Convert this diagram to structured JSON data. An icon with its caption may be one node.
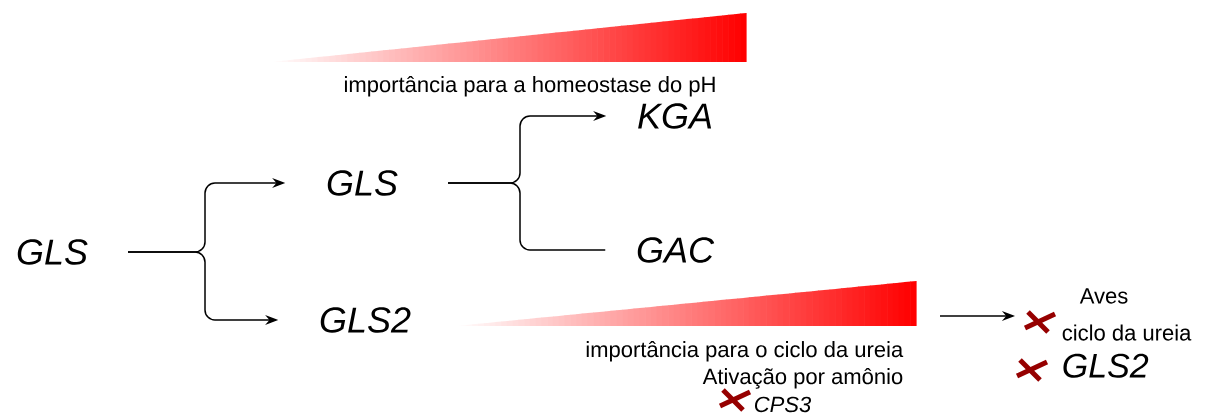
{
  "diagram": {
    "nodes": [
      {
        "text": [
          "GLS"
        ]
      },
      {
        "text": [
          "GLS"
        ]
      },
      {
        "text": [
          "GLS2"
        ]
      },
      {
        "text": [
          "KGA"
        ]
      },
      {
        "text": [
          "GAC"
        ]
      },
      {
        "text": [
          "Aves",
          "ciclo da ureia",
          "GLS2"
        ]
      }
    ],
    "edges": [
      {
        "from": 0,
        "to": 1,
        "arrow": "to"
      },
      {
        "from": 0,
        "to": 2,
        "arrow": "to"
      },
      {
        "from": 1,
        "to": 3,
        "arrow": "to"
      },
      {
        "from": 1,
        "to": 4,
        "arrow": "none"
      },
      {
        "from": null,
        "to": 5,
        "arrow": "to"
      }
    ],
    "labels": [
      "importância para a homeostase do pH",
      "importância para o ciclo da ureia",
      "Ativação por amônio",
      "CPS3"
    ]
  }
}
